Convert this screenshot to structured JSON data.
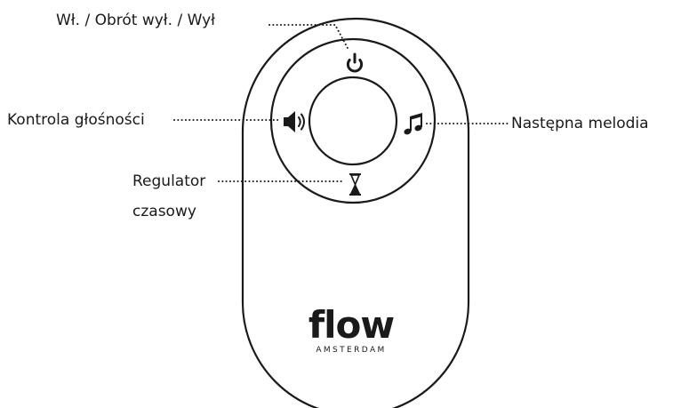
{
  "labels": {
    "power": "Wł. / Obrót wył. / Wył",
    "volume": "Kontrola głośności",
    "next_melody": "Następna melodia",
    "timer_line1": "Regulator",
    "timer_line2": "czasowy"
  },
  "brand": {
    "name": "flow",
    "sub": "AMSTERDAM"
  },
  "icons": {
    "power": "power-icon",
    "volume": "speaker-icon",
    "next_melody": "music-note-icon",
    "timer": "hourglass-icon"
  },
  "colors": {
    "ink": "#1a1a1a",
    "background": "#ffffff"
  }
}
